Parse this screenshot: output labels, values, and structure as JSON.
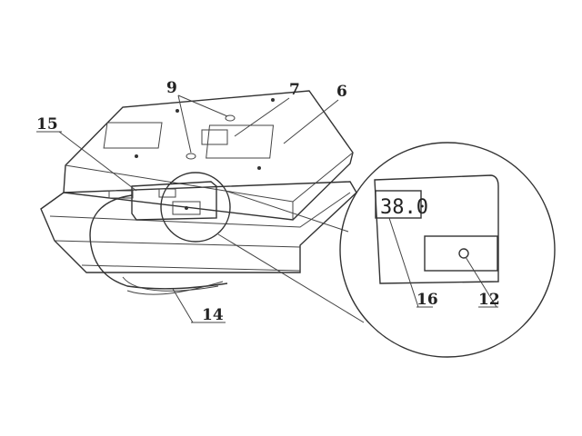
{
  "labels": {
    "l9": "9",
    "l7": "7",
    "l6": "6",
    "l15": "15",
    "l14": "14",
    "l16": "16",
    "l12": "12"
  },
  "display": {
    "reading": "38.0"
  }
}
